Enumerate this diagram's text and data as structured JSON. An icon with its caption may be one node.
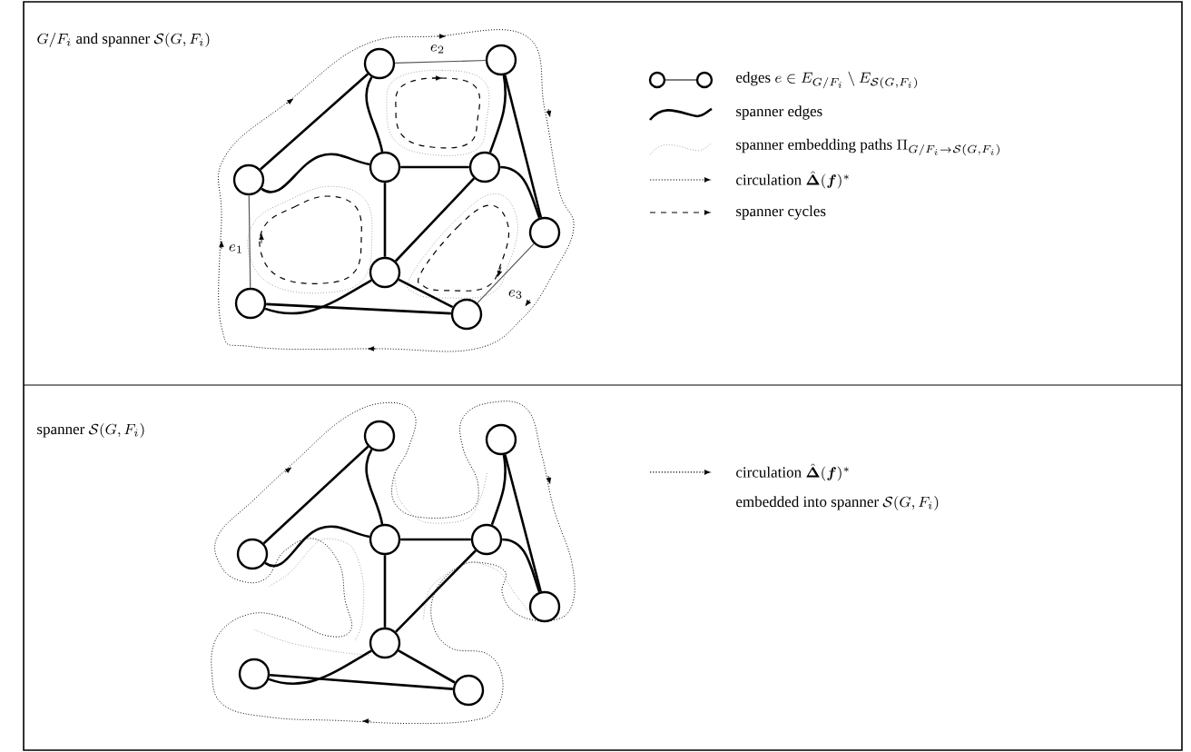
{
  "diagram": {
    "nodes": [
      {
        "text": [],
        "shape": "circle"
      },
      {
        "text": [],
        "shape": "circle"
      },
      {
        "text": [],
        "shape": "circle"
      },
      {
        "text": [],
        "shape": "circle"
      },
      {
        "text": [],
        "shape": "circle"
      },
      {
        "text": [],
        "shape": "circle"
      },
      {
        "text": [],
        "shape": "circle"
      },
      {
        "text": [],
        "shape": "circle"
      },
      {
        "text": [],
        "shape": "circle"
      },
      {
        "text": [],
        "shape": "circle"
      },
      {
        "text": [],
        "shape": "circle"
      },
      {
        "text": [],
        "shape": "circle"
      },
      {
        "text": [],
        "shape": "circle"
      },
      {
        "text": [],
        "shape": "circle"
      },
      {
        "text": [],
        "shape": "circle"
      },
      {
        "text": [],
        "shape": "circle"
      },
      {
        "text": [],
        "shape": "circle"
      },
      {
        "text": [],
        "shape": "circle"
      }
    ],
    "edges": [
      {
        "from": 0,
        "to": 1,
        "arrow": "none",
        "label": "e_2",
        "color": "#555555"
      },
      {
        "from": 0,
        "to": 2,
        "arrow": "none"
      },
      {
        "from": 0,
        "to": 3,
        "arrow": "none"
      },
      {
        "from": 1,
        "to": 4,
        "arrow": "none"
      },
      {
        "from": 1,
        "to": 5,
        "arrow": "none"
      },
      {
        "from": 2,
        "to": 3,
        "arrow": "none"
      },
      {
        "from": 3,
        "to": 4,
        "arrow": "none"
      },
      {
        "from": 3,
        "to": 6,
        "arrow": "none"
      },
      {
        "from": 4,
        "to": 5,
        "arrow": "none"
      },
      {
        "from": 4,
        "to": 6,
        "arrow": "none"
      },
      {
        "from": 2,
        "to": 7,
        "arrow": "none",
        "label": "e_1",
        "color": "#555555"
      },
      {
        "from": 7,
        "to": 6,
        "arrow": "none"
      },
      {
        "from": 7,
        "to": 8,
        "arrow": "none"
      },
      {
        "from": 6,
        "to": 8,
        "arrow": "none"
      },
      {
        "from": 5,
        "to": 8,
        "arrow": "none",
        "label": "e_3",
        "color": "#555555"
      },
      {
        "from": 9,
        "to": 11,
        "arrow": "none"
      },
      {
        "from": 9,
        "to": 12,
        "arrow": "none"
      },
      {
        "from": 10,
        "to": 13,
        "arrow": "none"
      },
      {
        "from": 10,
        "to": 14,
        "arrow": "none"
      },
      {
        "from": 11,
        "to": 12,
        "arrow": "none"
      },
      {
        "from": 12,
        "to": 13,
        "arrow": "none"
      },
      {
        "from": 12,
        "to": 15,
        "arrow": "none"
      },
      {
        "from": 13,
        "to": 14,
        "arrow": "none"
      },
      {
        "from": 13,
        "to": 15,
        "arrow": "none"
      },
      {
        "from": 16,
        "to": 15,
        "arrow": "none"
      },
      {
        "from": 16,
        "to": 17,
        "arrow": "none"
      },
      {
        "from": 15,
        "to": 17,
        "arrow": "none"
      }
    ],
    "labels": [
      "G/F_i \\text{ and spanner } \\mathcal{S}(G,F_i)",
      "\\text{spanner } \\mathcal{S}(G,F_i)",
      "\\text{embedded into spanner } \\mathcal{S}(G,F_i)"
    ],
    "legend": [
      {
        "text": "\\text{edges } e \\in E_{G/F_i} \\setminus E_{\\mathcal{S}(G,F_i)}"
      },
      {
        "text": "spanner edges"
      },
      {
        "text": "\\text{spanner embedding paths } \\Pi_{G/F_i \\to \\mathcal{S}(G,F_i)}"
      },
      {
        "text": "\\text{circulation } \\hat{\\boldsymbol{\\Delta}}(\\boldsymbol{f})^*"
      },
      {
        "text": "spanner cycles"
      },
      {
        "text": "\\text{circulation } \\hat{\\boldsymbol{\\Delta}}(\\boldsymbol{f})^*"
      }
    ]
  }
}
